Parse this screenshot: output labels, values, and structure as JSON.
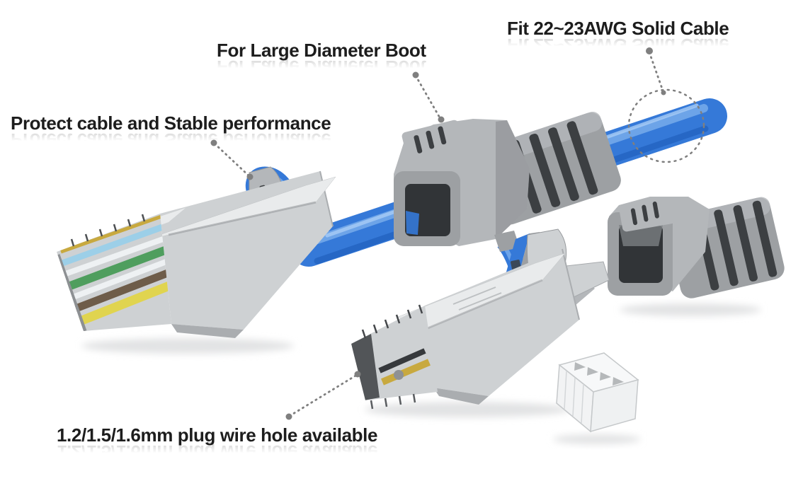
{
  "annotations": {
    "fit_solid_cable": "Fit 22~23AWG Solid Cable",
    "large_diameter_boot": "For Large Diameter Boot",
    "protect_cable": "Protect cable and Stable performance",
    "plug_wire_hole": "1.2/1.5/1.6mm plug wire hole available"
  },
  "colors": {
    "text_black": "#1d1d1d",
    "leader_gray": "#7f7f7f",
    "cable_blue": "#3579d8",
    "cable_blue_light": "#74a9ea",
    "cable_blue_sheen": "#a8cdf6",
    "cable_blue_dark": "#2160bd",
    "boot_gray": "#9da0a3",
    "boot_gray_light": "#b4b7ba",
    "boot_gray_dark": "#7c7f82",
    "groove_dark": "#3c3f42",
    "opening_dark": "#313437",
    "metal_light": "#e9ebec",
    "metal_mid": "#ced1d3",
    "metal_dark": "#aaadb0",
    "gold": "#c8a93f",
    "wire_blue": "#9ccfe8",
    "wire_green": "#4f9e5e",
    "wire_yellow": "#e0d44f",
    "wire_brown": "#6e5c49",
    "wire_white": "#eef1f3",
    "shadow_gray": "#e2e3e4"
  }
}
